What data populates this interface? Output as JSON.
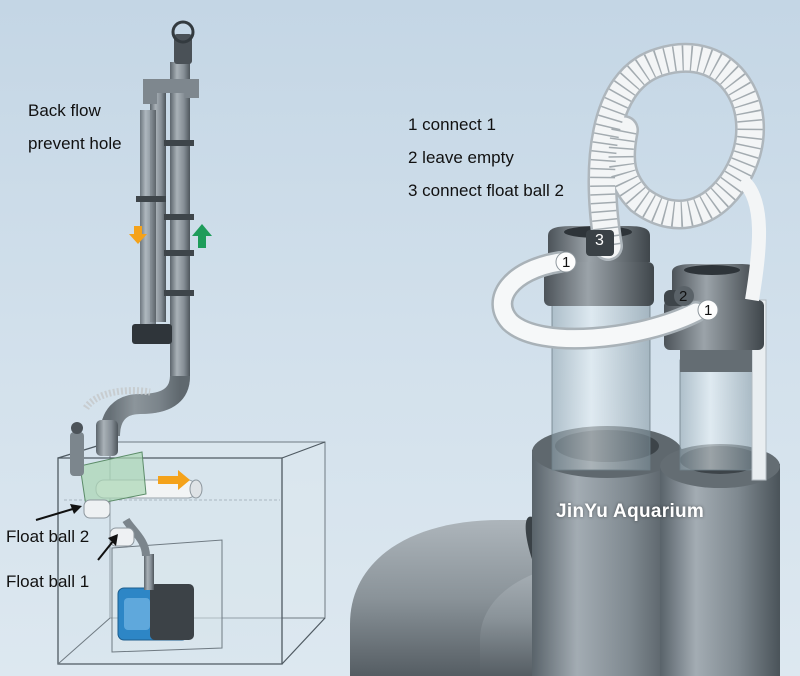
{
  "labels": {
    "back_flow_line1": "Back flow",
    "back_flow_line2": "prevent hole",
    "float_ball_2": "Float ball 2",
    "float_ball_1": "Float ball 1"
  },
  "instructions": [
    "1 connect 1",
    "2 leave empty",
    "3 connect float ball 2"
  ],
  "callouts": {
    "port1_left": "1",
    "port2": "2",
    "port3": "3",
    "port1_right": "1"
  },
  "watermark": "JinYu Aquarium",
  "colors": {
    "flow_arrow_orange": "#f4a21a",
    "flow_arrow_green": "#1e9c5a",
    "pump_blue": "#2d86c6",
    "pipe_grey": "#8c959c"
  }
}
